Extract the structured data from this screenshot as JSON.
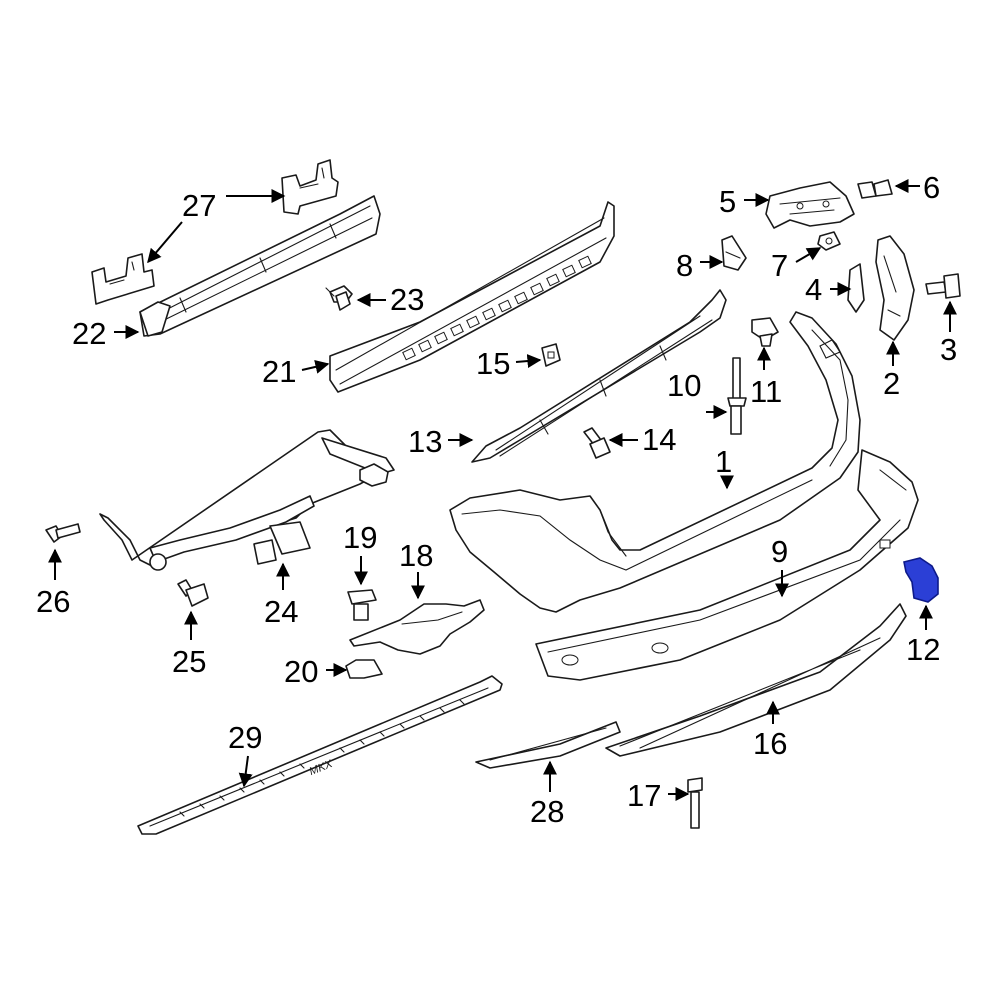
{
  "diagram": {
    "type": "exploded-parts-diagram",
    "highlighted_part": "12",
    "highlight_color": "#2b3fd6",
    "step_plate_emblem": "MKX",
    "callouts": [
      {
        "id": "1",
        "label": "1"
      },
      {
        "id": "2",
        "label": "2"
      },
      {
        "id": "3",
        "label": "3"
      },
      {
        "id": "4",
        "label": "4"
      },
      {
        "id": "5",
        "label": "5"
      },
      {
        "id": "6",
        "label": "6"
      },
      {
        "id": "7",
        "label": "7"
      },
      {
        "id": "8",
        "label": "8"
      },
      {
        "id": "9",
        "label": "9"
      },
      {
        "id": "10",
        "label": "10"
      },
      {
        "id": "11",
        "label": "11"
      },
      {
        "id": "12",
        "label": "12"
      },
      {
        "id": "13",
        "label": "13"
      },
      {
        "id": "14",
        "label": "14"
      },
      {
        "id": "15",
        "label": "15"
      },
      {
        "id": "16",
        "label": "16"
      },
      {
        "id": "17",
        "label": "17"
      },
      {
        "id": "18",
        "label": "18"
      },
      {
        "id": "19",
        "label": "19"
      },
      {
        "id": "20",
        "label": "20"
      },
      {
        "id": "21",
        "label": "21"
      },
      {
        "id": "22",
        "label": "22"
      },
      {
        "id": "23",
        "label": "23"
      },
      {
        "id": "24",
        "label": "24"
      },
      {
        "id": "25",
        "label": "25"
      },
      {
        "id": "26",
        "label": "26"
      },
      {
        "id": "27",
        "label": "27"
      },
      {
        "id": "28",
        "label": "28"
      },
      {
        "id": "29",
        "label": "29"
      }
    ]
  }
}
